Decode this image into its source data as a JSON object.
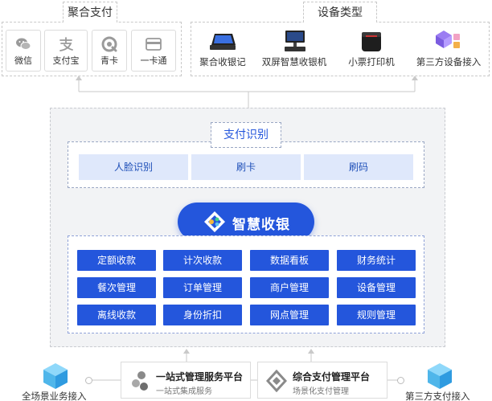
{
  "payment_group": {
    "title": "聚合支付",
    "items": [
      {
        "label": "微信",
        "icon": "wechat-icon"
      },
      {
        "label": "支付宝",
        "icon": "alipay-icon"
      },
      {
        "label": "青卡",
        "icon": "qingka-icon"
      },
      {
        "label": "一卡通",
        "icon": "campus-card-icon"
      }
    ]
  },
  "device_group": {
    "title": "设备类型",
    "items": [
      {
        "label": "聚合收银记",
        "icon": "pos-terminal-icon"
      },
      {
        "label": "双屏智慧收银机",
        "icon": "dual-screen-register-icon"
      },
      {
        "label": "小票打印机",
        "icon": "receipt-printer-icon"
      },
      {
        "label": "第三方设备接入",
        "icon": "third-party-device-icon"
      }
    ]
  },
  "recognition": {
    "title": "支付识别",
    "items": [
      "人脸识别",
      "刷卡",
      "刷码"
    ]
  },
  "core": {
    "title": "智慧收银",
    "functions": [
      "定额收款",
      "计次收款",
      "数据看板",
      "财务统计",
      "餐次管理",
      "订单管理",
      "商户管理",
      "设备管理",
      "离线收款",
      "身份折扣",
      "网点管理",
      "规则管理"
    ]
  },
  "bottom": {
    "left_label": "全场景业务接入",
    "right_label": "第三方支付接入",
    "platforms": [
      {
        "title": "一站式管理服务平台",
        "subtitle": "一站式集成服务"
      },
      {
        "title": "综合支付管理平台",
        "subtitle": "场景化支付管理"
      }
    ]
  },
  "colors": {
    "primary": "#2456dc",
    "tile_light": "#dfe8fb",
    "panel_bg": "#f2f3f5",
    "cube": "#5cc2f2"
  }
}
